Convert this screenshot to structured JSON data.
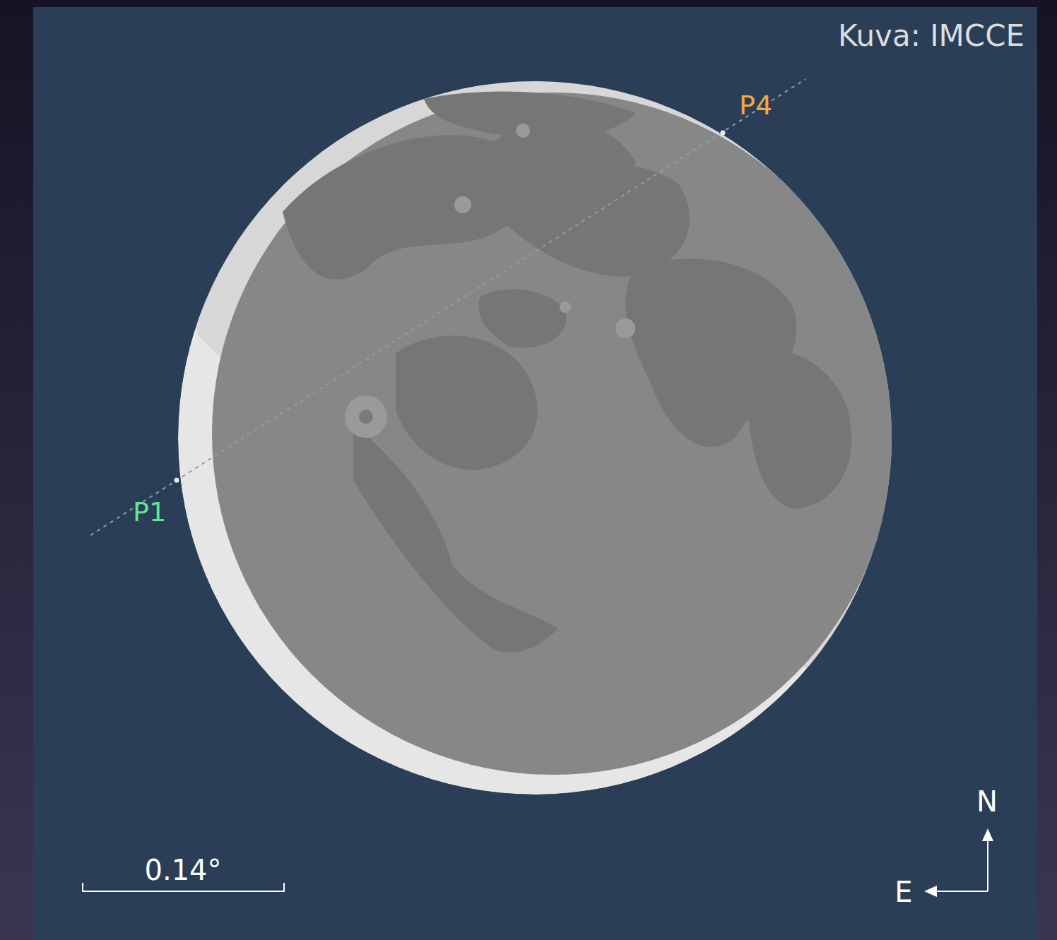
{
  "diagram": {
    "labels": [
      "Kuva: IMCCE",
      "P4",
      "P1",
      "0.14°",
      "N",
      "E"
    ]
  }
}
